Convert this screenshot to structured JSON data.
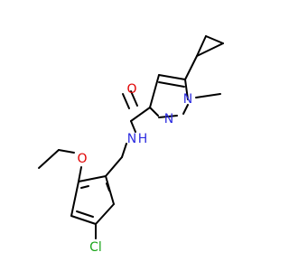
{
  "colors": {
    "carbon_bond": "#000000",
    "nitrogen": "#2d2de0",
    "oxygen": "#e00000",
    "chlorine": "#1aa51a",
    "background": "#ffffff"
  },
  "atom_labels": {
    "carbonyl_oxygen": "O",
    "ether_oxygen": "O",
    "amide_nitrogen": "N",
    "amide_hydrogen": "H",
    "ring_nitrogen_1": "N",
    "ring_nitrogen_2": "N",
    "chlorine": "Cl"
  }
}
